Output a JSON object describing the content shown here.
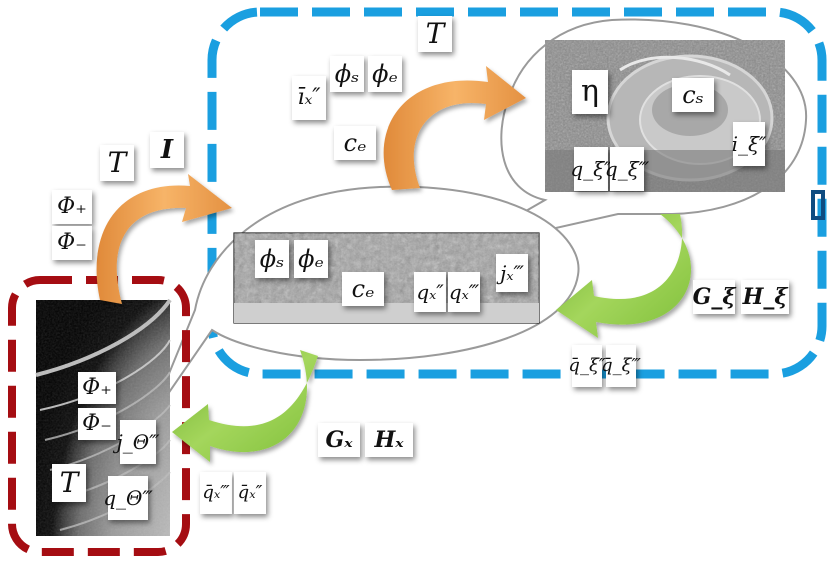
{
  "macro_region": {
    "symbols": {
      "T": "T",
      "I": "I",
      "phi_plus": "Φ₊",
      "phi_minus": "Φ₋",
      "i_x_bar": "īₓ″",
      "phi_s": "ϕₛ",
      "phi_e": "ϕₑ",
      "c_e": "cₑ"
    }
  },
  "electrode_region": {
    "symbols": {
      "phi_s": "ϕₛ",
      "phi_e": "ϕₑ",
      "c_e": "cₑ",
      "q_x_dbl": "qₓ″",
      "q_x_trp": "qₓ‴",
      "j_x_trp": "jₓ‴"
    }
  },
  "particle_region": {
    "symbols": {
      "eta": "η",
      "c_s": "cₛ",
      "i_xi": "i_ξ″",
      "q_xi_dbl": "q_ξ″",
      "q_xi_trp": "q_ξ‴"
    }
  },
  "cell_region": {
    "symbols": {
      "phi_plus": "Φ₊",
      "phi_minus": "Φ₋",
      "j_theta": "j_Θ‴",
      "T": "T",
      "q_theta": "q_Θ‴"
    }
  },
  "couplings": {
    "G_xi": "G_ξ",
    "H_xi": "H_ξ",
    "G_x": "Gₓ",
    "H_x": "Hₓ",
    "q_xi_bar_dbl": "q̄_ξ″",
    "q_xi_bar_trp": "q̄_ξ‴",
    "q_x_bar_trp": "q̄ₓ‴",
    "q_x_bar_dbl": "q̄ₓ″"
  },
  "colors": {
    "blue_dash": "#1a9fe0",
    "red_dash": "#a50d12",
    "orange_arrow": "#f0a04c",
    "green_arrow": "#8cc63f",
    "bubble_stroke": "#9a9a9a"
  }
}
